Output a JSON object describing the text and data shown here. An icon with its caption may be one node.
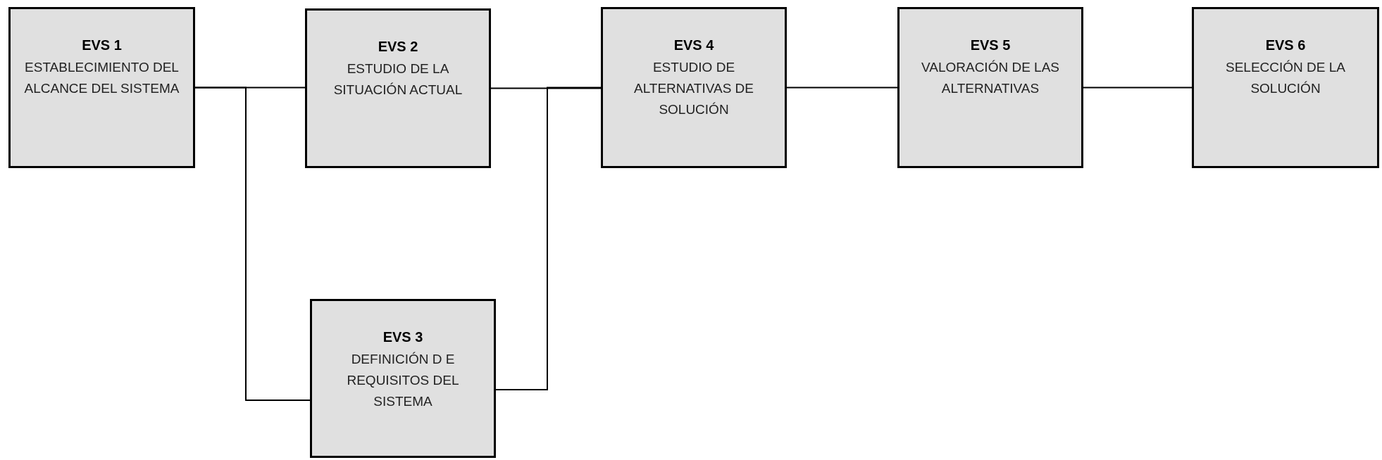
{
  "diagram": {
    "nodes": [
      {
        "text": [
          "EVS 1",
          "ESTABLECIMIENTO DEL ALCANCE DEL SISTEMA"
        ]
      },
      {
        "text": [
          "EVS 2",
          "ESTUDIO DE LA SITUACIÓN ACTUAL"
        ]
      },
      {
        "text": [
          "EVS 3",
          "DEFINICIÓN D E REQUISITOS DEL SISTEMA"
        ]
      },
      {
        "text": [
          "EVS 4",
          "ESTUDIO DE ALTERNATIVAS DE SOLUCIÓN"
        ]
      },
      {
        "text": [
          "EVS 5",
          "VALORACIÓN DE LAS ALTERNATIVAS"
        ]
      },
      {
        "text": [
          "EVS 6",
          "SELECCIÓN DE LA SOLUCIÓN"
        ]
      }
    ],
    "edges": [
      {
        "from": 0,
        "to": 1,
        "arrow": "none"
      },
      {
        "from": 0,
        "to": 2,
        "arrow": "none"
      },
      {
        "from": 1,
        "to": 3,
        "arrow": "none"
      },
      {
        "from": 2,
        "to": 3,
        "arrow": "none"
      },
      {
        "from": 3,
        "to": 4,
        "arrow": "none"
      },
      {
        "from": 4,
        "to": 5,
        "arrow": "none"
      }
    ]
  }
}
